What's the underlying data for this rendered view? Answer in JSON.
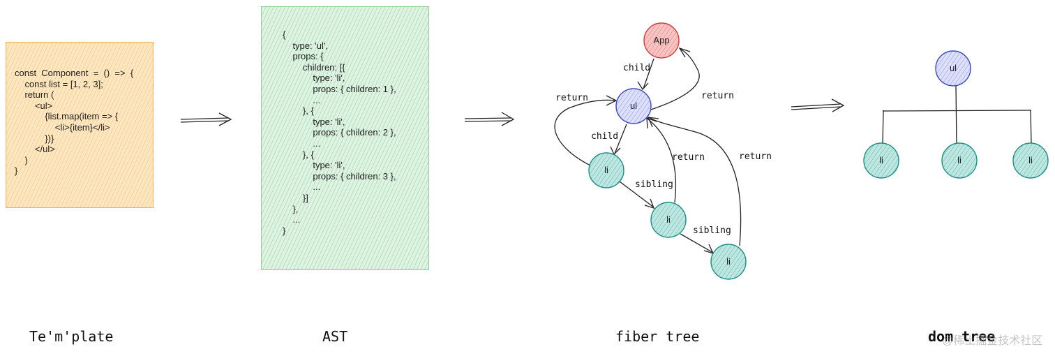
{
  "template": {
    "caption": "Te'm'plate",
    "code_lines": [
      "const  Component  =  ()  =>  {",
      "    const list = [1, 2, 3];",
      "    return (",
      "        <ul>",
      "            {list.map(item => {",
      "                <li>{item}</li>",
      "            })}",
      "        </ul>",
      "    )",
      "}"
    ]
  },
  "ast": {
    "caption": "AST",
    "code_lines": [
      "{",
      "    type: 'ul',",
      "    props: {",
      "        children: [{",
      "            type: 'li',",
      "            props: { children: 1 },",
      "            ...",
      "        }, {",
      "            type: 'li',",
      "            props: { children: 2 },",
      "            ...",
      "        }, {",
      "            type: 'li',",
      "            props: { children: 3 },",
      "            ...",
      "        }]",
      "    },",
      "    ...",
      "}"
    ]
  },
  "fiber": {
    "caption": "fiber tree",
    "nodes": {
      "app": "App",
      "ul": "ul",
      "li1": "li",
      "li2": "li",
      "li3": "li"
    },
    "edge_labels": {
      "child_top": "child",
      "return_left": "return",
      "return_right": "return",
      "child_mid": "child",
      "return_mid": "return",
      "return_far": "return",
      "sibling1": "sibling",
      "sibling2": "sibling"
    }
  },
  "dom": {
    "caption": "dom tree",
    "nodes": {
      "ul": "ul",
      "li1": "li",
      "li2": "li",
      "li3": "li"
    }
  },
  "watermark": "@稀土掘金技术社区",
  "colors": {
    "orange_fill": "#fde7c2",
    "orange_stroke": "#f0b060",
    "green_fill": "#dff3e3",
    "green_stroke": "#8fcf9a",
    "red_node": "#f4a3a3",
    "red_stroke": "#d23b3b",
    "blue_node": "#c9cdf5",
    "blue_stroke": "#3b48c4",
    "teal_node": "#9fd8d2",
    "teal_stroke": "#1c8f86"
  }
}
